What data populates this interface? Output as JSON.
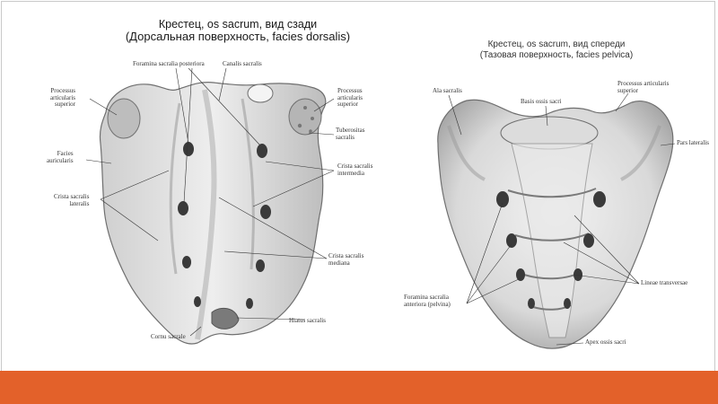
{
  "left_figure": {
    "title_line1": "Крестец, os sacrum, вид сзади",
    "title_line2": "(Дорсальная поверхность, facies dorsalis)",
    "labels": {
      "foramina": "Foramina sacralia posteriora",
      "canalis": "Canalis sacralis",
      "proc_left": [
        "Processus",
        "articularis",
        "superior"
      ],
      "proc_right": [
        "Processus",
        "articularis",
        "superior"
      ],
      "tuberositas": [
        "Tuberositas",
        "sacralis"
      ],
      "facies": [
        "Facies",
        "auricularis"
      ],
      "crista_intermedia": [
        "Crista sacralis",
        "intermedia"
      ],
      "crista_lateralis": [
        "Crista sacralis",
        "lateralis"
      ],
      "crista_mediana": [
        "Crista sacralis",
        "mediana"
      ],
      "hiatus": "Hiatus sacralis",
      "cornu": "Cornu sacrale"
    }
  },
  "right_figure": {
    "title_line1": "Крестец, os sacrum, вид спереди",
    "title_line2": "(Тазовая поверхность, facies pelvica)",
    "labels": {
      "ala": "Ala sacralis",
      "basis": "Basis ossis sacri",
      "proc": [
        "Processus articularis",
        "superior"
      ],
      "pars": "Pars lateralis",
      "lineae": "Lineae transversae",
      "foramina": [
        "Foramina sacralia",
        "anteriora (pelvina)"
      ],
      "apex": "Apex ossis sacri"
    }
  },
  "colors": {
    "accent_bar": "#e3612a",
    "bone_fill": "#e6e6e6",
    "bone_shade": "#9a9a9a",
    "text": "#1a1a1a"
  }
}
